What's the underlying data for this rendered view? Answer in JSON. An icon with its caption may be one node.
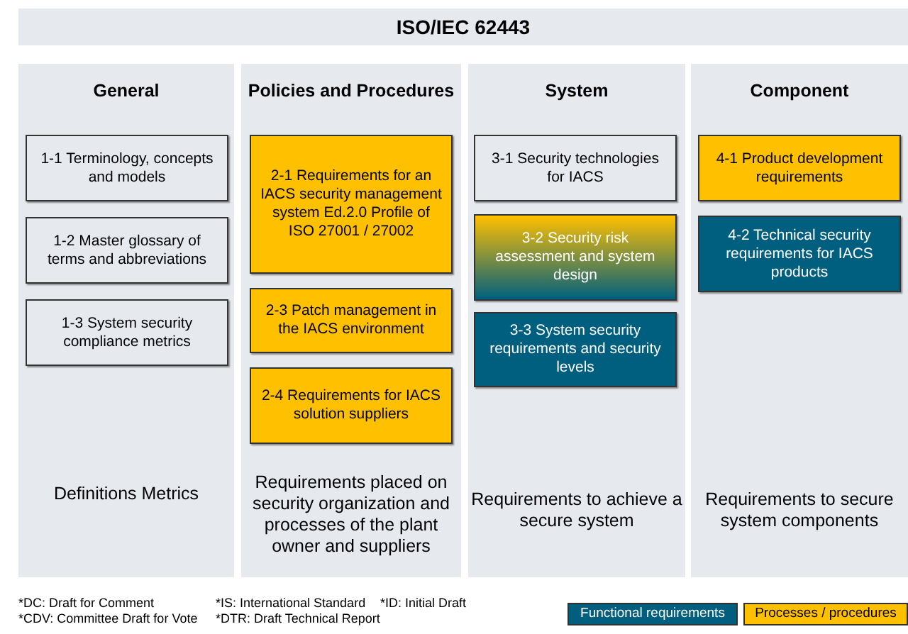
{
  "diagram": {
    "title": "ISO/IEC 62443",
    "nodes": [
      {
        "text": [
          "General",
          "Definitions Metrics"
        ]
      },
      {
        "text": [
          "1-1 Terminology, concepts and models"
        ],
        "in": 0
      },
      {
        "text": [
          "1-2 Master glossary of terms and abbreviations"
        ],
        "in": 0
      },
      {
        "text": [
          "1-3 System security compliance metrics"
        ],
        "in": 0
      },
      {
        "text": [
          "Policies and Procedures",
          "Requirements placed on security organization and processes of the plant owner and suppliers"
        ]
      },
      {
        "text": [
          "2-1 Requirements for an IACS security management system Ed.2.0 Profile of ISO 27001 / 27002"
        ],
        "in": 4
      },
      {
        "text": [
          "2-3 Patch management in the IACS environment"
        ],
        "in": 4
      },
      {
        "text": [
          "2-4 Requirements for IACS solution suppliers"
        ],
        "in": 4
      },
      {
        "text": [
          "System",
          "Requirements to achieve a secure system"
        ]
      },
      {
        "text": [
          "3-1 Security technologies for IACS"
        ],
        "in": 8
      },
      {
        "text": [
          "3-2 Security risk assessment and system design"
        ],
        "in": 8
      },
      {
        "text": [
          "3-3 System security requirements and security levels"
        ],
        "in": 8
      },
      {
        "text": [
          "Component",
          "Requirements to secure system components"
        ]
      },
      {
        "text": [
          "4-1 Product development requirements"
        ],
        "in": 12
      },
      {
        "text": [
          "4-2 Technical security requirements for IACS products"
        ],
        "in": 12
      }
    ],
    "edges": [],
    "labels": [
      "*DC: Draft for Comment",
      "*IS: International Standard",
      "*ID: Initial Draft",
      "*CDV: Committee Draft for Vote",
      "*DTR: Draft Technical Report"
    ],
    "legend": [
      {
        "text": "Functional requirements",
        "color": "#005f7f"
      },
      {
        "text": "Processes / procedures",
        "color": "#ffc000"
      }
    ]
  }
}
